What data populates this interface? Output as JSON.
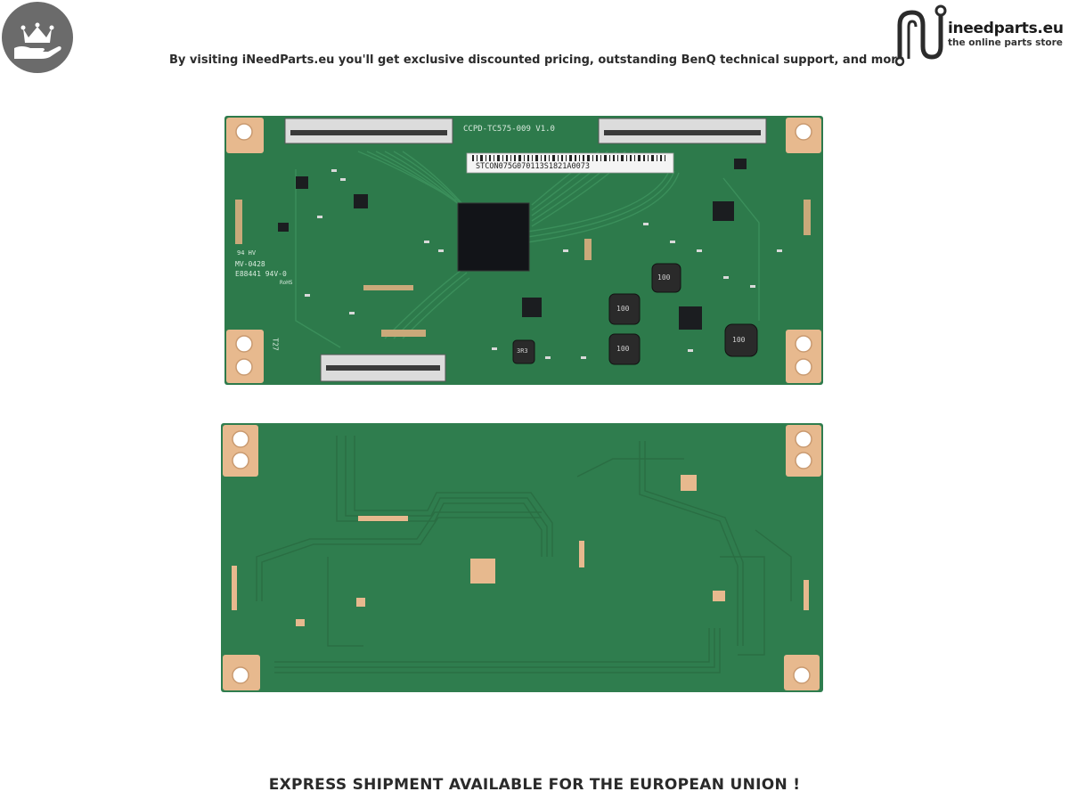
{
  "header": {
    "tagline": "By visiting iNeedParts.eu you'll get exclusive discounted pricing, outstanding BenQ technical support, and more"
  },
  "brand": {
    "name": "ineedparts.eu",
    "subtitle": "the online parts store"
  },
  "board_top": {
    "model_label": "CCPD-TC575-009 V1.0",
    "barcode_label": "STCON075G070113S1821A0073",
    "pcb_markings": [
      "94 HV",
      "MV-0428",
      "E88441 94V-0",
      "RoHS"
    ],
    "inductor_codes": [
      "100",
      "100",
      "100",
      "100",
      "3R3"
    ],
    "edge_marking": "T27"
  },
  "footer": {
    "text": "EXPRESS SHIPMENT AVAILABLE FOR THE EUROPEAN UNION !"
  },
  "colors": {
    "pcb_green": "#2d7a4b",
    "pad_gold": "#e7b98e",
    "badge_gray": "#6b6b6b"
  }
}
